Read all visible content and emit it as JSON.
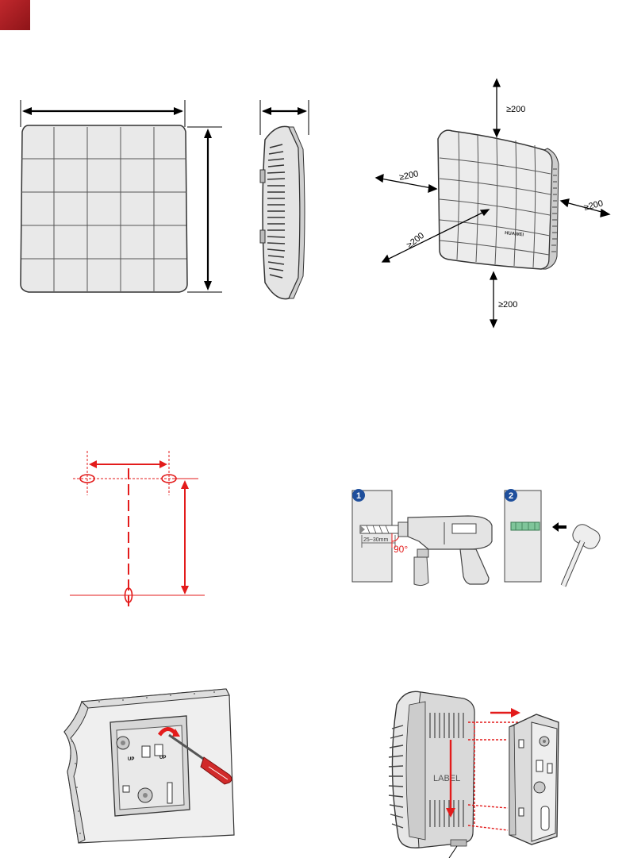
{
  "brand": {
    "accent": "#b8222a"
  },
  "clearance": {
    "top": "≥200",
    "left": "≥200",
    "right": "≥200",
    "front": "≥200",
    "bottom": "≥200"
  },
  "device": {
    "logo": "HUAWEI"
  },
  "drill": {
    "step1": "1",
    "step2": "2",
    "depth": "25~30mm",
    "angle": "90°"
  },
  "mount": {
    "plate_text": "UP"
  },
  "rear": {
    "label": "LABEL"
  }
}
